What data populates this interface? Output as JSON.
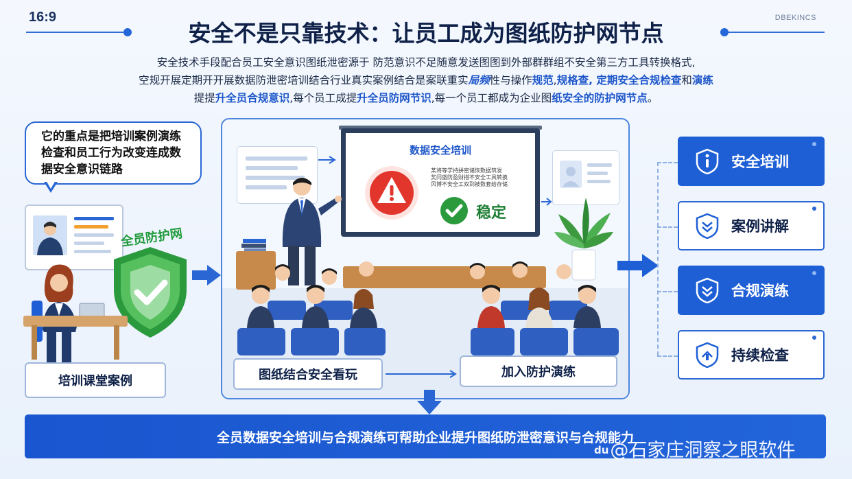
{
  "header": {
    "ratio": "16:9",
    "brand": "DBEKINCS",
    "title": "安全不是只靠技术：让员工成为图纸防护网节点"
  },
  "intro": {
    "line1": "安全技术手段配合员工安全意识图纸泄密源于 防范意识不足随意发送图图到外部群群组不安全第三方工具转换格式,",
    "line2_a": "空规开展定期开开展数据防泄密培训结合行业真实案例结合是案联重实",
    "line2_b": "局频",
    "line2_c": "性与操作",
    "line2_d": "规范",
    "line2_e": ",",
    "line2_f": "规格查, 定期安全合规检查",
    "line2_g": "和",
    "line2_h": "演练",
    "line3_a": "提提",
    "line3_b": "升全员合规意识",
    "line3_c": ",每个员工成提",
    "line3_d": "升全员防网节识",
    "line3_e": ",每一个员工都成为企业图",
    "line3_f": "纸安全的防护网节点",
    "line3_g": "。"
  },
  "bubble": {
    "line1": "它的重点是把培训案例演练",
    "line2": "检查和员工行为改变连成数",
    "line3": "据安全意识链路"
  },
  "left": {
    "shield_label": "全员防护网",
    "card_label": "培训课堂案例"
  },
  "center": {
    "screen_title": "数据安全培训",
    "screen_text": [
      "某将等学持拼密储恢数据筑发",
      "奖问盛防盈财措不安全工具转换",
      "风博不安全工双到被数套给存储"
    ],
    "ok_label": "稳定",
    "label_left": "图纸结合安全看玩",
    "label_right": "加入防护演练"
  },
  "right": {
    "items": [
      {
        "label": "安全培训",
        "style": "solid",
        "icon": "info-shield-icon"
      },
      {
        "label": "案例讲解",
        "style": "outline",
        "icon": "chevron-shield-icon"
      },
      {
        "label": "合规演练",
        "style": "solid",
        "icon": "chevron-shield-icon"
      },
      {
        "label": "持续检查",
        "style": "outline",
        "icon": "up-arrow-shield-icon"
      }
    ]
  },
  "banner": {
    "text": "全员数据安全培训与合规演练可帮助企业提升图纸防泄密意识与合规能力",
    "watermark_logo": "du",
    "watermark": "@石家庄洞察之眼软件"
  },
  "colors": {
    "primary": "#1e5fd5",
    "navy": "#0f2148",
    "green": "#1e9a3a",
    "alert": "#e2362d"
  }
}
